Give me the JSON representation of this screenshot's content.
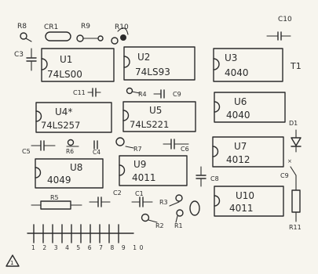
{
  "chips": [
    {
      "ref": "U1",
      "part": "74LS00"
    },
    {
      "ref": "U2",
      "part": "74LS93"
    },
    {
      "ref": "U3",
      "part": "4040"
    },
    {
      "ref": "U4*",
      "part": "74LS257"
    },
    {
      "ref": "U5",
      "part": "74LS221"
    },
    {
      "ref": "U6",
      "part": "4040"
    },
    {
      "ref": "U7",
      "part": "4012"
    },
    {
      "ref": "U8",
      "part": "4049"
    },
    {
      "ref": "U9",
      "part": "4011"
    },
    {
      "ref": "U10",
      "part": "4011"
    }
  ],
  "labels": {
    "r8": "R8",
    "cr1": "CR1",
    "r9": "R9",
    "r10": "R10",
    "c10": "C10",
    "c3": "C3",
    "t1": "T1",
    "c11": "C11",
    "r4_top": "R4",
    "c9": "C9",
    "d1": "D1",
    "c5": "C5",
    "r6": "R6",
    "c4": "C4",
    "r7": "R7",
    "c6": "C6",
    "c8": "C8",
    "c9_right": "C9",
    "r5": "R5",
    "c2": "C2",
    "c1": "C1",
    "r3": "R3",
    "r2": "R2",
    "r1": "R1",
    "r11": "R11",
    "pin_numbers": "1 2 3 4 5 6 7 8 9 10",
    "corner_mark": "1"
  }
}
